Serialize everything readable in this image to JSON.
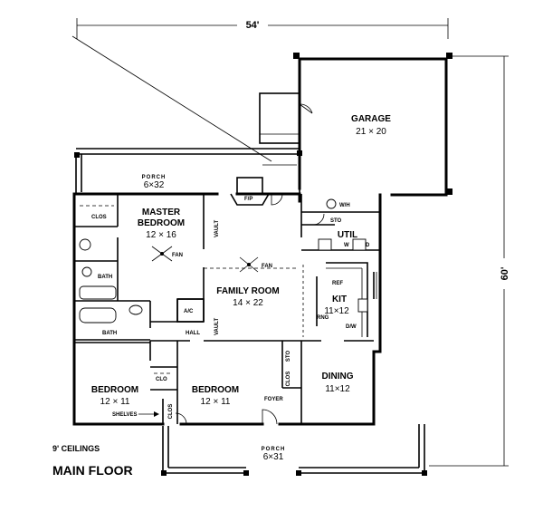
{
  "dimensions": {
    "width": "54'",
    "depth": "60'"
  },
  "rooms": {
    "garage": {
      "name": "GARAGE",
      "size": "21 × 20"
    },
    "porch_rear": {
      "name": "PORCH",
      "size": "6×32"
    },
    "master": {
      "name_line1": "MASTER",
      "name_line2": "BEDROOM",
      "size": "12 × 16"
    },
    "family": {
      "name": "FAMILY ROOM",
      "size": "14 × 22"
    },
    "kitchen": {
      "name": "KIT",
      "size": "11×12"
    },
    "util": {
      "name": "UTIL"
    },
    "dining": {
      "name": "DINING",
      "size": "11×12"
    },
    "bedroom2": {
      "name": "BEDROOM",
      "size": "12 × 11"
    },
    "bedroom3": {
      "name": "BEDROOM",
      "size": "12 × 11"
    },
    "porch_front": {
      "name": "PORCH",
      "size": "6×31"
    }
  },
  "labels": {
    "clos": "CLOS",
    "clo": "CLO",
    "bath": "BATH",
    "fan": "FAN",
    "fp": "F/P",
    "vault": "VAULT",
    "ac": "A/C",
    "hall": "HALL",
    "wh": "W/H",
    "sto": "STO",
    "w": "W",
    "d": "D",
    "ref": "REF",
    "rng": "RNG",
    "dw": "D/W",
    "foyer": "FOYER",
    "shelves": "SHELVES"
  },
  "notes": {
    "ceilings": "9' CEILINGS",
    "title": "MAIN FLOOR"
  }
}
